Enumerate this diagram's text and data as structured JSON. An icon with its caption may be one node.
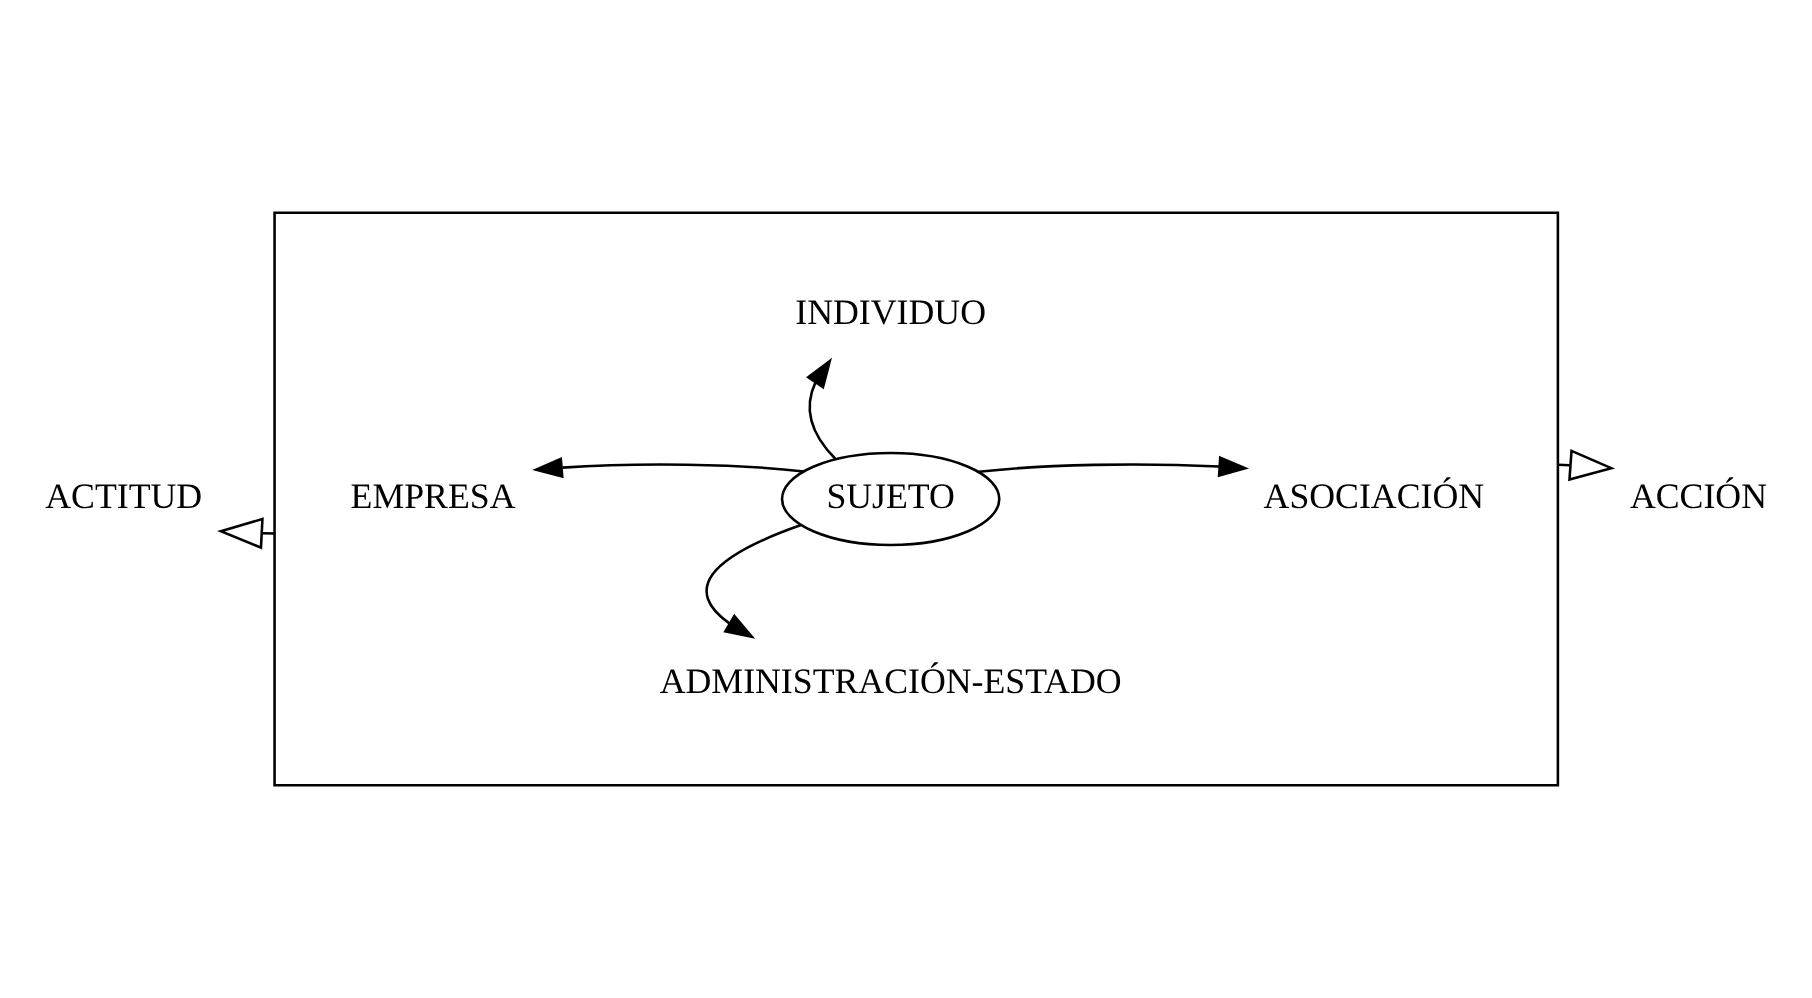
{
  "diagram": {
    "nodes": [
      {
        "text": [],
        "shape": "box"
      },
      {
        "text": [
          "INDIVIDUO"
        ],
        "in": 0
      },
      {
        "text": [
          "EMPRESA"
        ],
        "in": 0
      },
      {
        "text": [
          "SUJETO"
        ],
        "in": 0
      },
      {
        "text": [
          "ASOCIACIÓN"
        ],
        "in": 0
      },
      {
        "text": [
          "ADMINISTRACIÓN-ESTADO"
        ],
        "in": 0
      },
      {
        "text": [
          "ACTITUD"
        ]
      },
      {
        "text": [
          "ACCIÓN"
        ]
      }
    ],
    "edges": [
      {
        "from": 3,
        "to": 1,
        "arrow": "to"
      },
      {
        "from": 3,
        "to": 2,
        "arrow": "to"
      },
      {
        "from": 3,
        "to": 4,
        "arrow": "to"
      },
      {
        "from": 3,
        "to": 5,
        "arrow": "to"
      },
      {
        "from": 0,
        "to": 6,
        "arrow": "to"
      },
      {
        "from": 0,
        "to": 7,
        "arrow": "to"
      }
    ]
  }
}
